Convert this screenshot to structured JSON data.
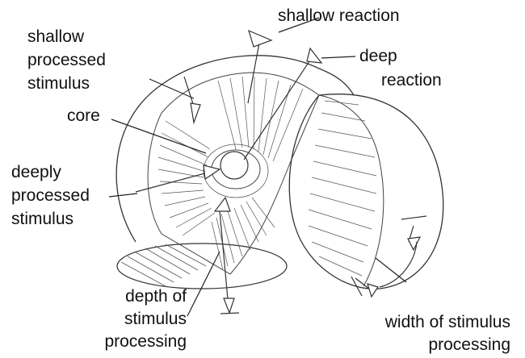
{
  "labels": {
    "shallow_reaction": "shallow reaction",
    "shallow_stimulus": [
      "shallow",
      "processed",
      "stimulus"
    ],
    "deep_reaction": [
      "deep",
      "reaction"
    ],
    "core": "core",
    "deep_stimulus": [
      "deeply",
      "processed",
      "stimulus"
    ],
    "depth": [
      "depth of",
      "stimulus",
      "processing"
    ],
    "width": [
      "width of stimulus",
      "processing"
    ]
  },
  "colors": {
    "ink": "#222222",
    "hatch": "#555555"
  }
}
